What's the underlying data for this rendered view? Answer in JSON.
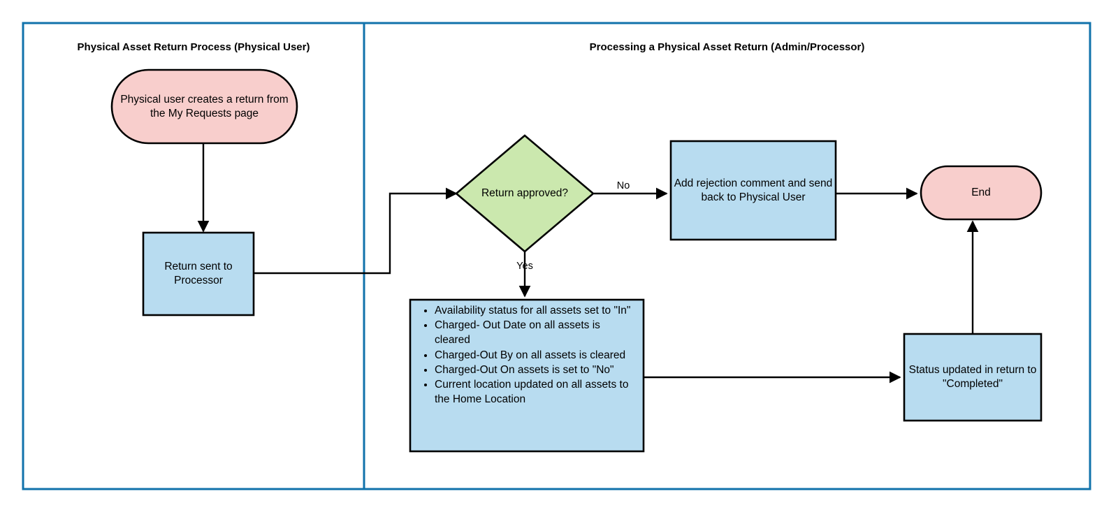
{
  "diagram": {
    "title_left": "Physical Asset Return Process (Physical User)",
    "title_right": "Processing a Physical Asset Return (Admin/Processor)",
    "colors": {
      "pool_border": "#1072ab",
      "terminator_fill": "#f8cecc",
      "process_fill": "#b8dcf0",
      "decision_fill": "#cbe8ae",
      "shape_stroke": "#000000",
      "connector": "#000000"
    },
    "nodes": {
      "start": {
        "label": "Physical user creates a return from the My Requests page",
        "shape": "terminator",
        "fill": "#f8cecc"
      },
      "return_sent": {
        "label": "Return sent to Processor",
        "shape": "process",
        "fill": "#b8dcf0"
      },
      "decision": {
        "label": "Return approved?",
        "shape": "decision",
        "fill": "#cbe8ae"
      },
      "rejection": {
        "label": "Add rejection comment and send back to Physical User",
        "shape": "process",
        "fill": "#b8dcf0"
      },
      "end": {
        "label": "End",
        "shape": "terminator",
        "fill": "#f8cecc"
      },
      "asset_updates": {
        "shape": "process",
        "fill": "#b8dcf0",
        "bullets": [
          "Availability status for all assets set to \"In\"",
          "Charged- Out Date on all assets is cleared",
          "Charged-Out By on all assets is cleared",
          "Charged-Out On assets  is set to \"No\"",
          "Current location updated on all assets to the Home Location"
        ]
      },
      "status_updated": {
        "label": "Status updated in return to \"Completed\"",
        "shape": "process",
        "fill": "#b8dcf0"
      }
    },
    "edge_labels": {
      "no": "No",
      "yes": "Yes"
    }
  }
}
